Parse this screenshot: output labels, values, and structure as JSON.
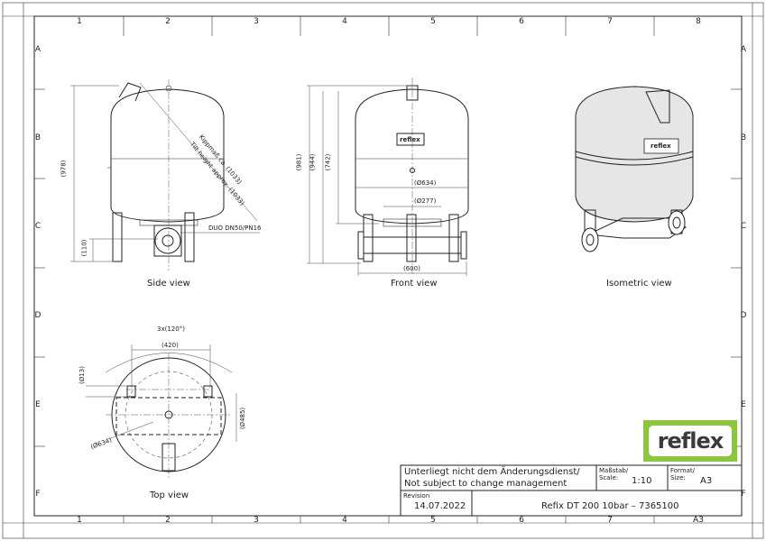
{
  "grid": {
    "columns": [
      "1",
      "2",
      "3",
      "4",
      "5",
      "6",
      "7",
      "8"
    ],
    "rows": [
      "A",
      "B",
      "C",
      "D",
      "E",
      "F"
    ]
  },
  "views": {
    "side": "Side view",
    "front": "Front view",
    "isometric": "Isometric view",
    "top": "Top view"
  },
  "dimensions": {
    "side_height": "(978)",
    "side_base": "(110)",
    "tilt_1": "Kippmaß ca. (1033)",
    "tilt_2": "Tilt height approx. (1033)",
    "connection": "DUO DN50/PN16",
    "front_h1": "(981)",
    "front_h2": "(944)",
    "front_h3": "(742)",
    "front_d1": "(Ø634)",
    "front_d2": "(Ø277)",
    "front_base": "(600)",
    "top_angle": "3x(120°)",
    "top_spacing": "(420)",
    "top_hole": "(Ø13)",
    "top_d1": "(Ø634)",
    "top_d2": "(Ø485)"
  },
  "nameplate": "reflex",
  "logo": "reflex",
  "title_block": {
    "notice_line1": "Unterliegt nicht dem Änderungsdienst/",
    "notice_line2": "Not subject to change management",
    "scale_label_1": "Maßstab/",
    "scale_label_2": "Scale:",
    "scale_value": "1:10",
    "format_label_1": "Format/",
    "format_label_2": "Size:",
    "format_value": "A3",
    "revision_label": "Revision",
    "revision_value": "14.07.2022",
    "title": "Refix DT 200 10bar – 7365100",
    "sheet_size": "A3"
  }
}
